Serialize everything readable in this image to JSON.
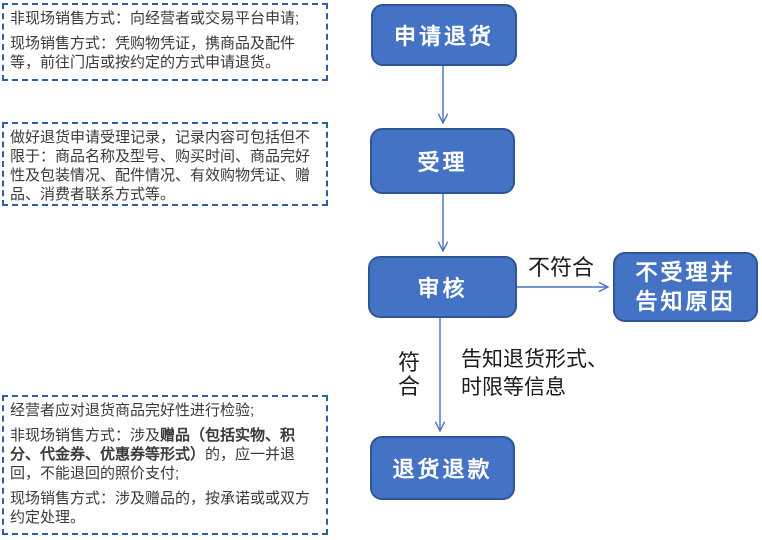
{
  "colors": {
    "background": "#FFFFFF",
    "node_fill": "#4472C4",
    "node_border": "#2F5597",
    "arrow": "#4472C4",
    "note_border": "#2E5FA3",
    "note_text": "#3A3A3A",
    "edge_label_text": "#1A1A1A",
    "node_text": "#FFFFFF"
  },
  "notes": {
    "apply": {
      "p1": "非现场销售方式：向经营者或交易平台申请;",
      "p2": "现场销售方式：凭购物凭证，携商品及配件等，前往门店或按约定的方式申请退货。"
    },
    "accept": {
      "p1": "做好退货申请受理记录，记录内容可包括但不限于：商品名称及型号、购买时间、商品完好性及包装情况、配件情况、有效购物凭证、赠品、消费者联系方式等。"
    },
    "refund": {
      "p1": "经营者应对退货商品完好性进行检验;",
      "p2_normal1": "非现场销售方式：涉及",
      "p2_bold": "赠品（包括实物、积分、代金券、优惠券等形式）",
      "p2_normal2": "的，应一并退回，不能退回的照价支付;",
      "p3": "现场销售方式：涉及赠品的，按承诺或或双方约定处理。"
    }
  },
  "flow": {
    "nodes": {
      "apply": "申请退货",
      "accept": "受理",
      "review": "审核",
      "reject": "不受理并\n告知原因",
      "refund": "退货退款"
    },
    "labels": {
      "not_qualified": "不符合",
      "qualified": "符\n合",
      "inform": "告知退货形式、\n时限等信息"
    }
  }
}
